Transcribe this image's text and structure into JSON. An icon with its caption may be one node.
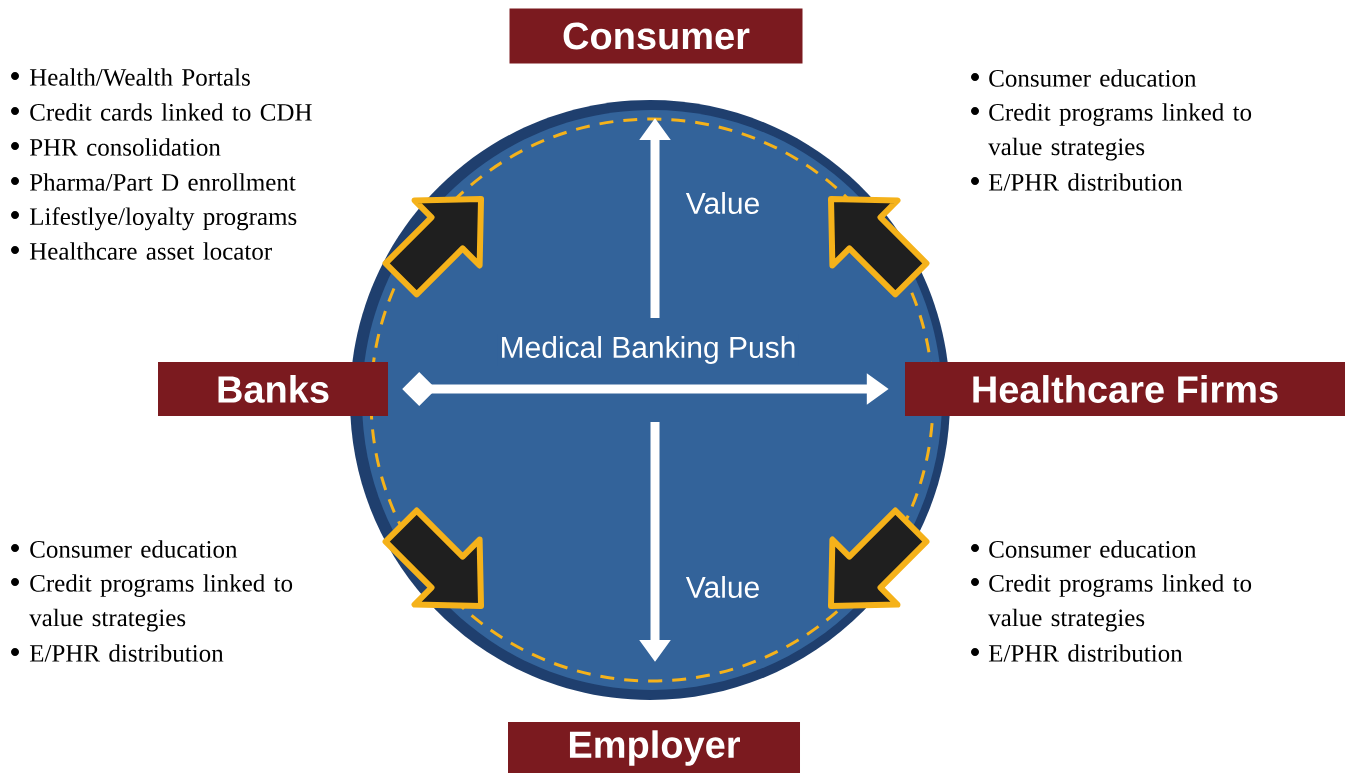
{
  "diagram": {
    "nodes": [
      {
        "text": [
          "Consumer"
        ]
      },
      {
        "text": [
          "Banks"
        ]
      },
      {
        "text": [
          "Healthcare Firms"
        ]
      },
      {
        "text": [
          "Employer"
        ]
      }
    ],
    "edges": [
      {
        "from": 1,
        "to": 2,
        "arrow": "to",
        "label": "Medical Banking Push"
      }
    ],
    "labels": [
      "Health/Wealth Portals",
      "Credit cards linked to CDH",
      "PHR consolidation",
      "Pharma/Part D enrollment",
      "Lifestlye/loyalty programs",
      "Healthcare asset locator",
      "Value",
      "Consumer education",
      "Credit programs linked to value strategies",
      "E/PHR distribution",
      "Consumer education",
      "Credit programs linked to value strategies",
      "E/PHR distribution",
      "Value",
      "Consumer education",
      "Credit programs linked to value strategies",
      "E/PHR distribution"
    ]
  }
}
